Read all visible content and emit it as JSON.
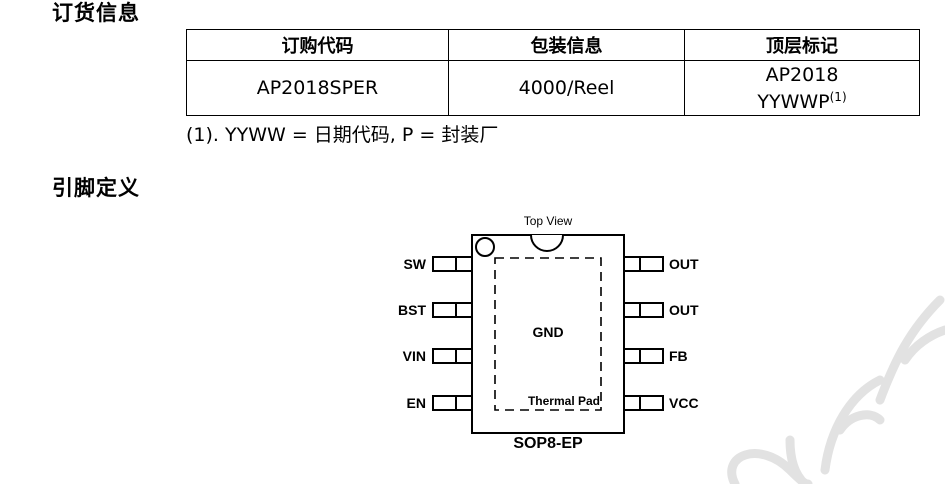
{
  "order_section": {
    "title": "订货信息",
    "table": {
      "headers": [
        "订购代码",
        "包装信息",
        "顶层标记"
      ],
      "row": {
        "order_code": "AP2018SPER",
        "package_info": "4000/Reel",
        "top_mark_line1": "AP2018",
        "top_mark_line2": "YYWWP",
        "top_mark_note": "(1)"
      }
    },
    "footnote": "(1). YYWW = 日期代码, P = 封装厂"
  },
  "pin_section": {
    "title": "引脚定义",
    "diagram": {
      "top_view": "Top View",
      "left_pins": [
        "SW",
        "BST",
        "VIN",
        "EN"
      ],
      "right_pins": [
        "OUT",
        "OUT",
        "FB",
        "VCC"
      ],
      "center_label": "GND",
      "pad_label": "Thermal Pad",
      "package_name": "SOP8-EP"
    }
  },
  "colors": {
    "ink": "#000000",
    "watermark": "#d8d8d8"
  }
}
